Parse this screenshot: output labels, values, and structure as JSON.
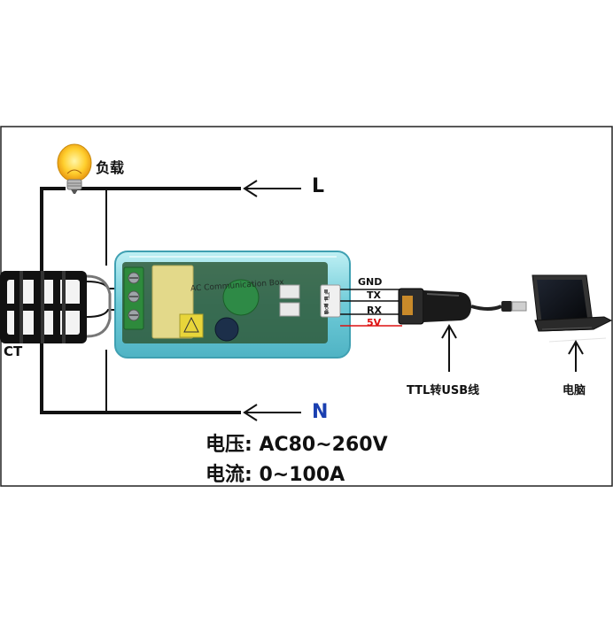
{
  "labels": {
    "load": "负载",
    "live": "L",
    "neutral": "N",
    "ct": "CT",
    "module_print": "AC Communication Box",
    "port_print": "TTL port",
    "pins": {
      "gnd": "GND",
      "tx": "TX",
      "rx": "RX",
      "v5": "5V"
    },
    "usb_cable": "TTL转USB线",
    "computer": "电脑",
    "voltage": "电压: AC80~260V",
    "current": "电流: 0~100A"
  },
  "colors": {
    "wire": "#111111",
    "neutral_label": "#1a3fb0",
    "v5_wire": "#dd1111",
    "module_shell": "#7fd3df",
    "pcb": "#2f5a3a"
  },
  "icons": [
    "lightbulb-icon",
    "current-transformer-icon",
    "arrow-left-icon",
    "arrow-up-icon",
    "ttl-usb-adapter-icon",
    "laptop-icon"
  ]
}
